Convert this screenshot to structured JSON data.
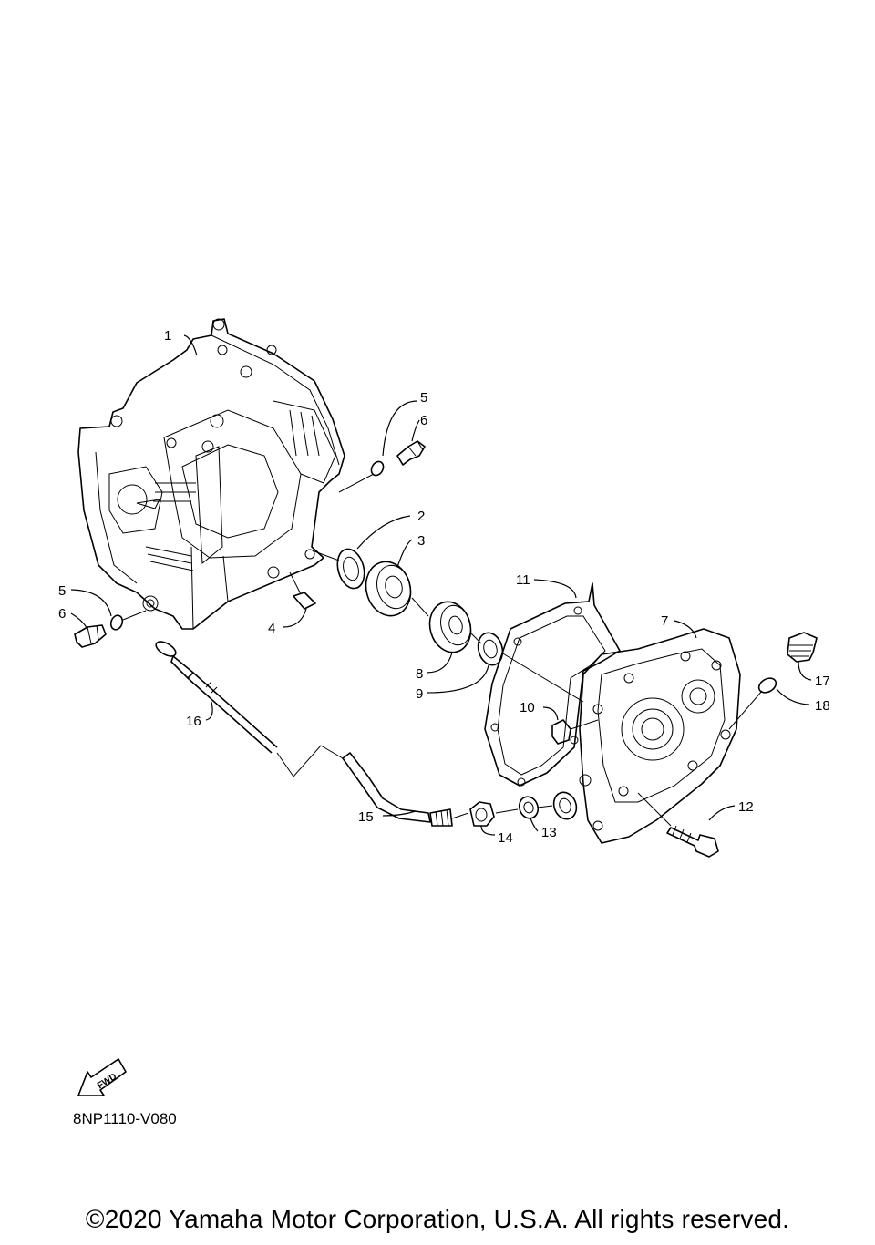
{
  "diagram_code": "8NP1110-V080",
  "fwd_label": "FWD",
  "copyright": "©2020 Yamaha Motor Corporation, U.S.A. All rights reserved.",
  "callouts": [
    {
      "id": "c1",
      "text": "1"
    },
    {
      "id": "c2",
      "text": "2"
    },
    {
      "id": "c3",
      "text": "3"
    },
    {
      "id": "c4",
      "text": "4"
    },
    {
      "id": "c5a",
      "text": "5"
    },
    {
      "id": "c6a",
      "text": "6"
    },
    {
      "id": "c5b",
      "text": "5"
    },
    {
      "id": "c6b",
      "text": "6"
    },
    {
      "id": "c7",
      "text": "7"
    },
    {
      "id": "c8",
      "text": "8"
    },
    {
      "id": "c9",
      "text": "9"
    },
    {
      "id": "c10",
      "text": "10"
    },
    {
      "id": "c11",
      "text": "11"
    },
    {
      "id": "c12",
      "text": "12"
    },
    {
      "id": "c13",
      "text": "13"
    },
    {
      "id": "c14",
      "text": "14"
    },
    {
      "id": "c15",
      "text": "15"
    },
    {
      "id": "c16",
      "text": "16"
    },
    {
      "id": "c17",
      "text": "17"
    },
    {
      "id": "c18",
      "text": "18"
    }
  ]
}
